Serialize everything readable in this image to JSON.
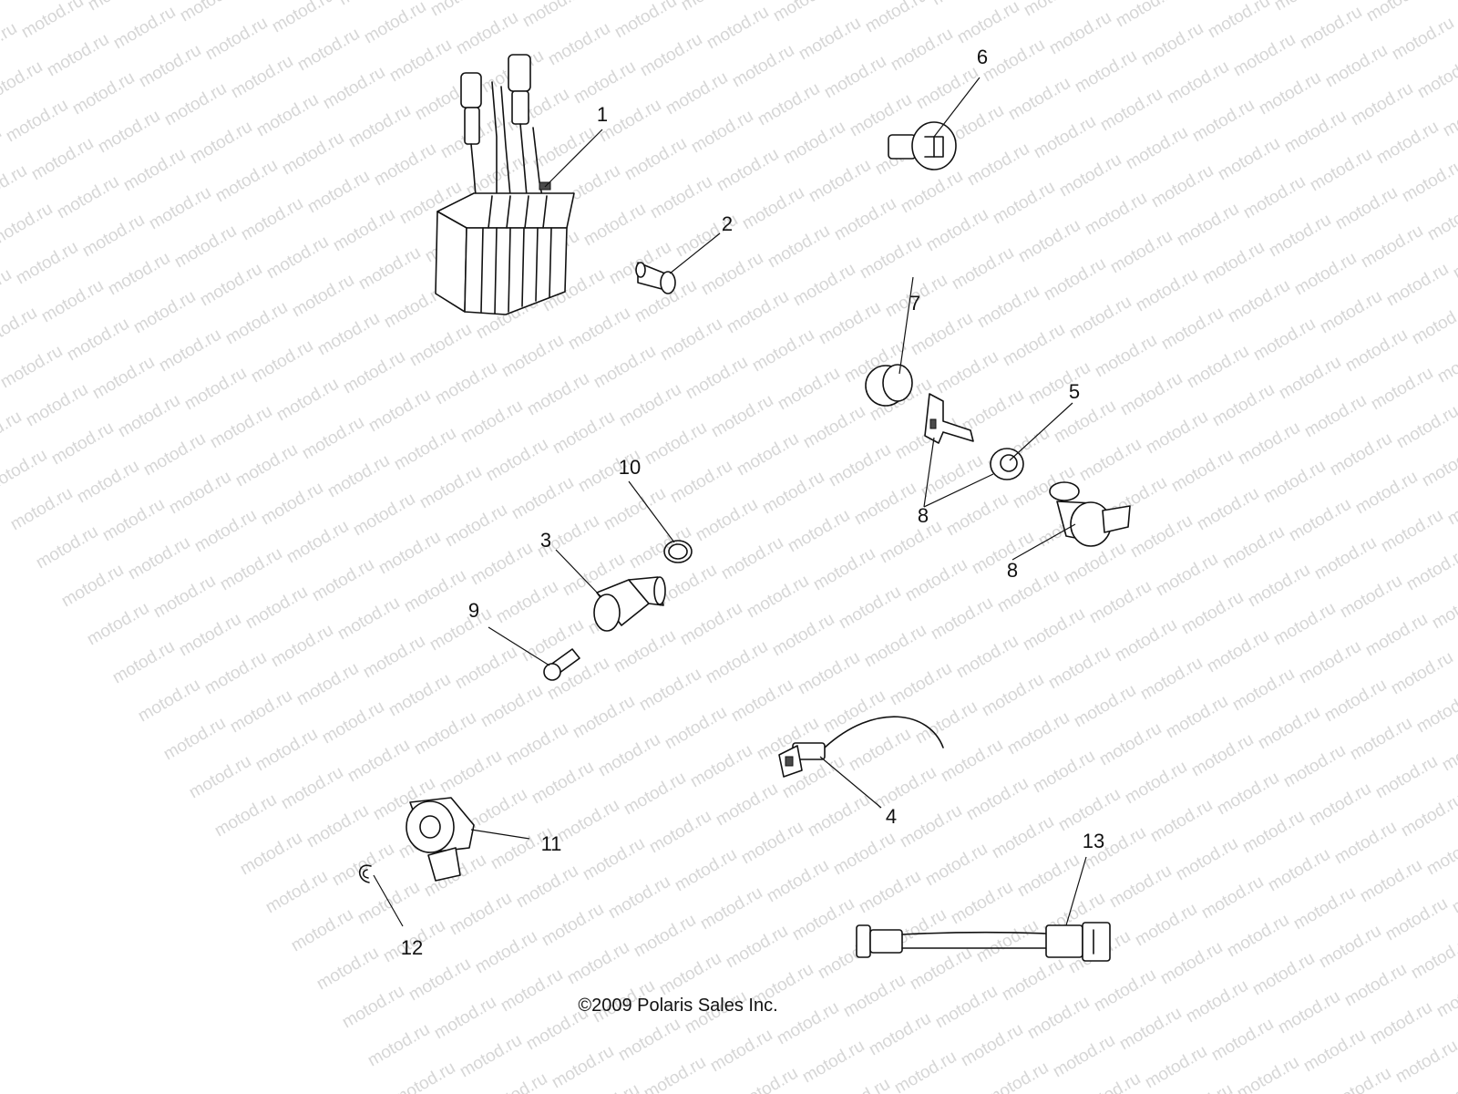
{
  "watermark": {
    "text": "motod.ru",
    "color": "#d6d6d6"
  },
  "callouts": [
    {
      "id": "1",
      "label": "1"
    },
    {
      "id": "2",
      "label": "2"
    },
    {
      "id": "3",
      "label": "3"
    },
    {
      "id": "4",
      "label": "4"
    },
    {
      "id": "5",
      "label": "5"
    },
    {
      "id": "6",
      "label": "6"
    },
    {
      "id": "7",
      "label": "7"
    },
    {
      "id": "8a",
      "label": "8"
    },
    {
      "id": "8b",
      "label": "8"
    },
    {
      "id": "9",
      "label": "9"
    },
    {
      "id": "10",
      "label": "10"
    },
    {
      "id": "11",
      "label": "11"
    },
    {
      "id": "12",
      "label": "12"
    },
    {
      "id": "13",
      "label": "13"
    }
  ],
  "copyright": "©2009 Polaris Sales Inc."
}
